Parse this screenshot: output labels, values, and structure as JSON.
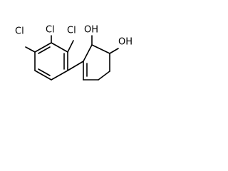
{
  "molecule": {
    "labels": {
      "cl_top": "Cl",
      "cl_left": "Cl",
      "cl_right": "Cl",
      "oh_upper": "OH",
      "oh_right": "OH"
    }
  }
}
